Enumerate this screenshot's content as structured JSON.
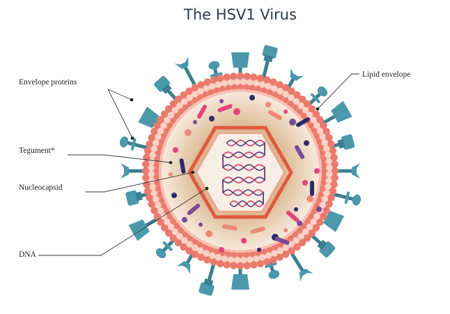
{
  "title": "The HSV1 Virus",
  "labels": {
    "envelope_proteins": "Envelope proteins",
    "lipid_envelope": "Lipid envelope",
    "tegument": "Tegument*",
    "nucleocapsid": "Nucleocapsid",
    "dna": "DNA"
  },
  "colors": {
    "membrane": "#e97a6c",
    "membrane_light": "#f6b6a8",
    "tegument_core": "#c79a6a",
    "protein": "#4b98ab",
    "protein_dark": "#3a7e90",
    "capsid": "#e2583e",
    "dna_strand_a": "#d63a72",
    "dna_strand_b": "#5a3a78",
    "particle_navy": "#2e2a6a",
    "particle_pink": "#e2457a",
    "particle_salmon": "#ee8878",
    "particle_purple": "#7a4a96",
    "title_color": "#2d3a4a"
  },
  "icons": [
    "envelope-protein-icon",
    "virus-particle-icon"
  ]
}
